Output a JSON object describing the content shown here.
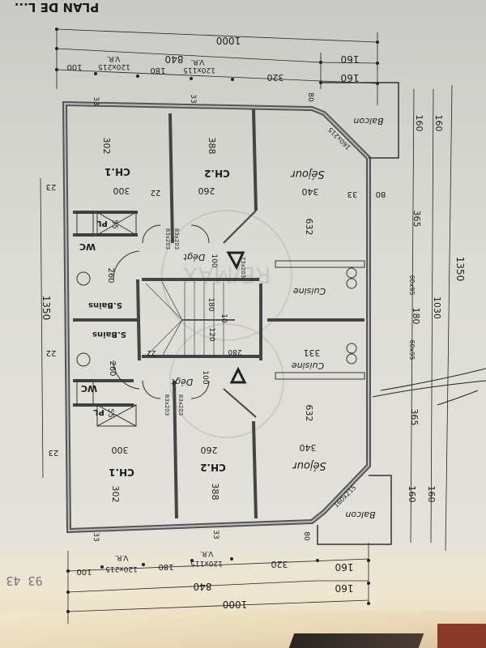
{
  "document": {
    "title": "PLAN DE L...",
    "orientation": "rotated 180 degrees",
    "stamp_number": "93 43",
    "watermark": "RE/MAX"
  },
  "rooms_top": {
    "ch1": {
      "label": "CH.1",
      "depth": "302",
      "width": "300"
    },
    "ch2": {
      "label": "CH.2",
      "depth": "388",
      "width": "260"
    },
    "sejour": {
      "label": "Séjour",
      "depth": "632",
      "width": "340"
    },
    "balcon": {
      "label": "Balcon",
      "window": "160x215"
    },
    "degt": {
      "label": "Dégt",
      "depth": "100"
    },
    "pl": {
      "label": "PL",
      "size": "55"
    },
    "wc": {
      "label": "WC"
    },
    "sdb": {
      "label": "S.Bains",
      "depth": "260"
    },
    "cuisine": {
      "label": "Cuisine"
    }
  },
  "rooms_bottom": {
    "ch1": {
      "label": "CH.1",
      "depth": "302",
      "width": "300"
    },
    "ch2": {
      "label": "CH.2",
      "depth": "388",
      "width": "260"
    },
    "sejour": {
      "label": "Séjour",
      "depth": "632",
      "width": "340"
    },
    "balcon": {
      "label": "Balcon",
      "window": "160x215",
      "note": "V.R."
    },
    "degt": {
      "label": "Dégt",
      "depth": "100"
    },
    "pl": {
      "label": "PL",
      "size": "55"
    },
    "wc": {
      "label": "WC"
    },
    "sdb": {
      "label": "S.Bains",
      "depth": "260"
    },
    "cuisine": {
      "label": "Cuisine",
      "width": "331"
    }
  },
  "stair": {
    "landing": "280",
    "d1": "22",
    "d2": "180",
    "d3": "120",
    "d4": "10"
  },
  "dimensions": {
    "top": {
      "overall": "1000",
      "sub": "840",
      "right_a": "160",
      "right_b": "160",
      "segments": [
        "100",
        "120x215",
        "V.R.",
        "180",
        "120x115",
        "V.R.",
        "320"
      ],
      "wall_a": "33",
      "wall_b": "33",
      "balc_off": "80"
    },
    "bottom": {
      "overall": "1000",
      "sub": "840",
      "right_a": "160",
      "right_b": "160",
      "segments": [
        "100",
        "120x215",
        "V.R.",
        "180",
        "120x115",
        "V.R.",
        "320"
      ],
      "wall_a": "33",
      "wall_b": "33",
      "balc_off": "80"
    },
    "left": {
      "overall": "1350",
      "t1": "23",
      "t2": "22",
      "t3": "23"
    },
    "right": {
      "overall": "1350",
      "inner": "1030",
      "b1": "160",
      "b2": "160",
      "s1": "365",
      "w1": "60x95",
      "mid": "180",
      "w2": "60x95",
      "s2": "365",
      "b3": "160",
      "b4": "160"
    },
    "walls": {
      "ext": "33",
      "int": "22",
      "side": "80",
      "door_a": "83x203",
      "door_b": "83x203",
      "door_c": "83x203",
      "door_d": "83x203",
      "door_e": "73x203"
    }
  }
}
